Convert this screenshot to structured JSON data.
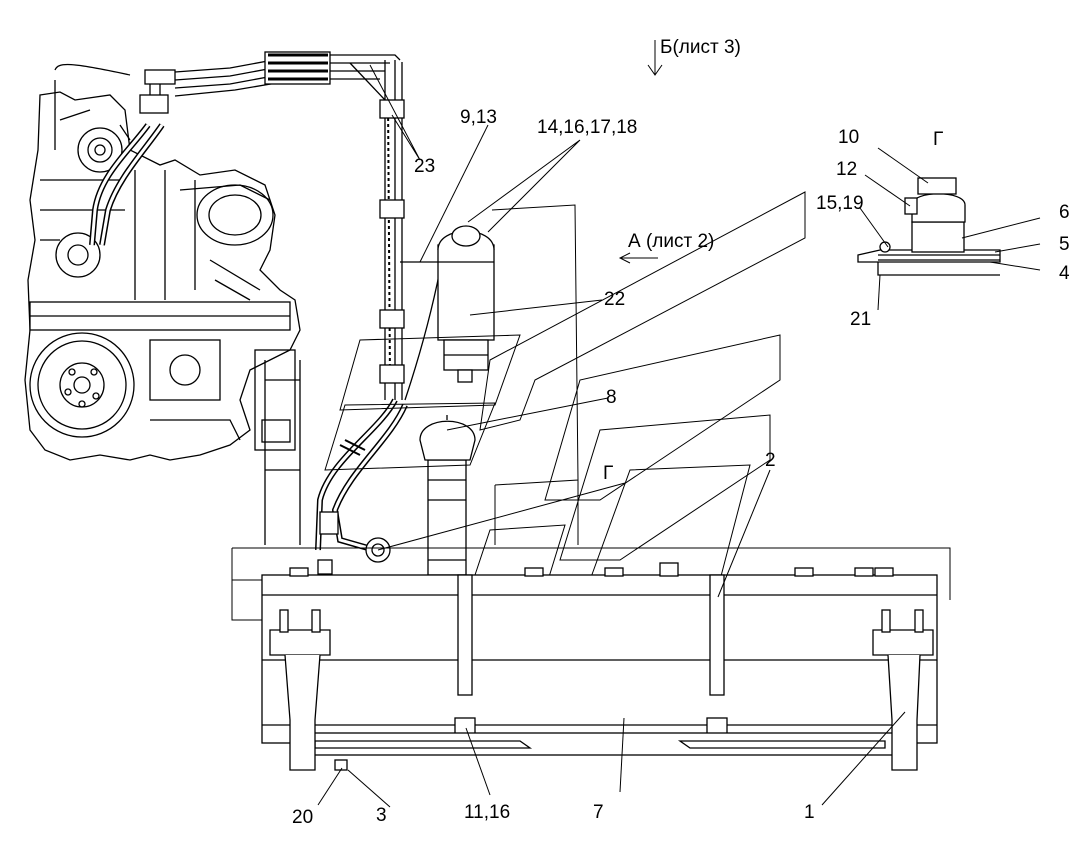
{
  "callouts": {
    "sheet_b": "Б(лист 3)",
    "sheet_a": "А (лист 2)",
    "view_g_title": "Г",
    "view_g_marker": "Г",
    "p9_13": "9,13",
    "p14_16_17_18": "14,16,17,18",
    "p23": "23",
    "p22": "22",
    "p8": "8",
    "p2": "2",
    "p10": "10",
    "p12": "12",
    "p15_19": "15,19",
    "p6": "6",
    "p5": "5",
    "p4": "4",
    "p21": "21",
    "p20": "20",
    "p3": "3",
    "p11_16": "11,16",
    "p7": "7",
    "p1": "1"
  },
  "colors": {
    "line": "#000000",
    "background": "#ffffff",
    "light_fill": "#f2f2f2"
  }
}
